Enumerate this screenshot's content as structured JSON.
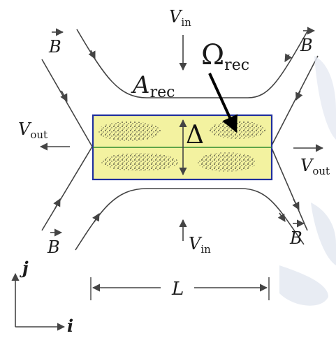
{
  "labels": {
    "v_in_top": {
      "main": "V",
      "sub": "in"
    },
    "v_in_bottom": {
      "main": "V",
      "sub": "in"
    },
    "v_out_left": {
      "main": "V",
      "sub": "out"
    },
    "v_out_right": {
      "main": "V",
      "sub": "out"
    },
    "b_top_left": "B",
    "b_top_right": "B",
    "b_bottom_left": "B",
    "b_bottom_right": "B",
    "a_rec": {
      "main": "A",
      "sub": "rec"
    },
    "omega_rec": {
      "main": "Ω",
      "sub": "rec"
    },
    "delta": "Δ",
    "length": "L",
    "axis_j": "j",
    "axis_i": "i"
  },
  "colors": {
    "box_border": "#1f2f9e",
    "box_fill": "#f3f2a0",
    "lines": "#444444",
    "pointer": "#000000",
    "green_line": "#2e8b2e"
  }
}
